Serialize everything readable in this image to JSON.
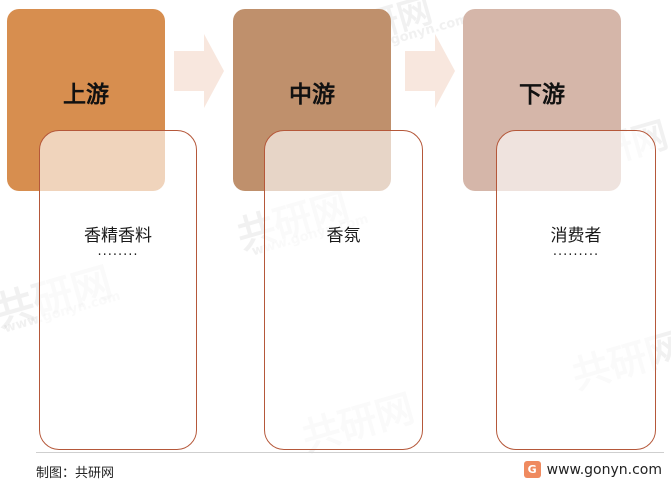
{
  "colors": {
    "upstream": "#d78e4f",
    "midstream": "#bf906c",
    "downstream": "#d5b6a9",
    "arrow": "#f8e7de",
    "border": "#b5583a",
    "logo": "#ef8a5f"
  },
  "stages": [
    {
      "title": "上游",
      "item": "香精香料",
      "dots": "........"
    },
    {
      "title": "中游",
      "item": "香氛",
      "dots": ""
    },
    {
      "title": "下游",
      "item": "消费者",
      "dots": "........."
    }
  ],
  "watermark": {
    "text": "共研网",
    "sub": "www.gonyn.com"
  },
  "footer": {
    "source": "制图：共研网",
    "website": "www.gonyn.com",
    "logo_icon": "gonyn-logo-icon"
  }
}
